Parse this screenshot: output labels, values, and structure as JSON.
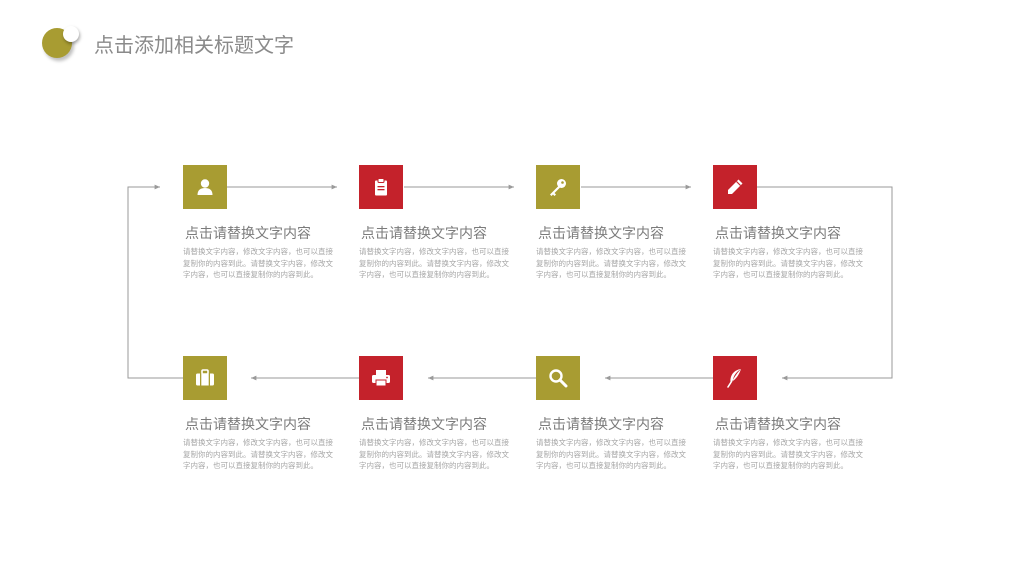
{
  "header": {
    "title": "点击添加相关标题文字"
  },
  "colors": {
    "olive": "#a89c32",
    "red": "#c4222b",
    "connector": "#9a9a9a"
  },
  "steps": [
    {
      "title": "点击请替换文字内容",
      "description": "请替换文字内容，修改文字内容，也可以直接复制你的内容到此。请替换文字内容，修改文字内容，也可以直接复制你的内容到此。",
      "icon": "user-icon",
      "color": "olive"
    },
    {
      "title": "点击请替换文字内容",
      "description": "请替换文字内容，修改文字内容，也可以直接复制你的内容到此。请替换文字内容，修改文字内容，也可以直接复制你的内容到此。",
      "icon": "clipboard-icon",
      "color": "red"
    },
    {
      "title": "点击请替换文字内容",
      "description": "请替换文字内容，修改文字内容，也可以直接复制你的内容到此。请替换文字内容，修改文字内容，也可以直接复制你的内容到此。",
      "icon": "key-icon",
      "color": "olive"
    },
    {
      "title": "点击请替换文字内容",
      "description": "请替换文字内容，修改文字内容，也可以直接复制你的内容到此。请替换文字内容，修改文字内容，也可以直接复制你的内容到此。",
      "icon": "pencil-icon",
      "color": "red"
    },
    {
      "title": "点击请替换文字内容",
      "description": "请替换文字内容，修改文字内容，也可以直接复制你的内容到此。请替换文字内容，修改文字内容，也可以直接复制你的内容到此。",
      "icon": "briefcase-icon",
      "color": "olive"
    },
    {
      "title": "点击请替换文字内容",
      "description": "请替换文字内容，修改文字内容，也可以直接复制你的内容到此。请替换文字内容，修改文字内容，也可以直接复制你的内容到此。",
      "icon": "printer-icon",
      "color": "red"
    },
    {
      "title": "点击请替换文字内容",
      "description": "请替换文字内容，修改文字内容，也可以直接复制你的内容到此。请替换文字内容，修改文字内容，也可以直接复制你的内容到此。",
      "icon": "search-icon",
      "color": "olive"
    },
    {
      "title": "点击请替换文字内容",
      "description": "请替换文字内容，修改文字内容，也可以直接复制你的内容到此。请替换文字内容，修改文字内容，也可以直接复制你的内容到此。",
      "icon": "feather-icon",
      "color": "red"
    }
  ]
}
